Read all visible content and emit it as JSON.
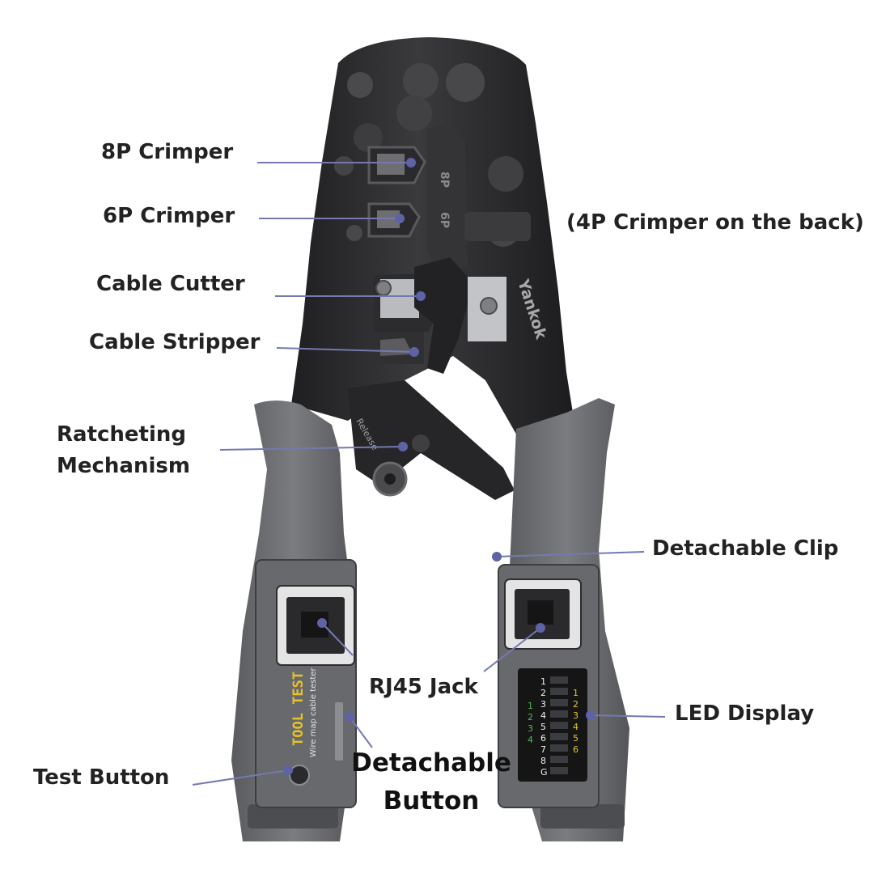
{
  "labels": {
    "crimper_8p": "8P Crimper",
    "crimper_6p": "6P Crimper",
    "crimper_4p_note": "(4P Crimper on the back)",
    "cable_cutter": "Cable Cutter",
    "cable_stripper": "Cable Stripper",
    "ratchet_line1": "Ratcheting",
    "ratchet_line2": "Mechanism",
    "detachable_clip": "Detachable Clip",
    "rj45_jack": "RJ45 Jack",
    "led_display": "LED Display",
    "test_button": "Test Button",
    "detachable_button_line1": "Detachable",
    "detachable_button_line2": "Button"
  },
  "tool_marks": {
    "brand": "Yankok",
    "die_8p": "8P",
    "die_6p": "6P",
    "release": "Release",
    "tester_title": "TOOL TEST",
    "tester_sub": "Wire map cable tester"
  },
  "led_panel": {
    "white_labels": [
      "1",
      "2",
      "3",
      "4",
      "5",
      "6",
      "7",
      "8",
      "G"
    ],
    "green_labels": [
      "1",
      "2",
      "3",
      "4"
    ],
    "yellow_labels": [
      "1",
      "2",
      "3",
      "4",
      "5",
      "6"
    ]
  },
  "colors": {
    "callout": "#7479b0",
    "dot": "#5d63a5",
    "text": "#222222",
    "metal": "#2f2f31",
    "handle": "#6e6f72",
    "led_green": "#53b95a",
    "led_yellow": "#e8c22b"
  }
}
